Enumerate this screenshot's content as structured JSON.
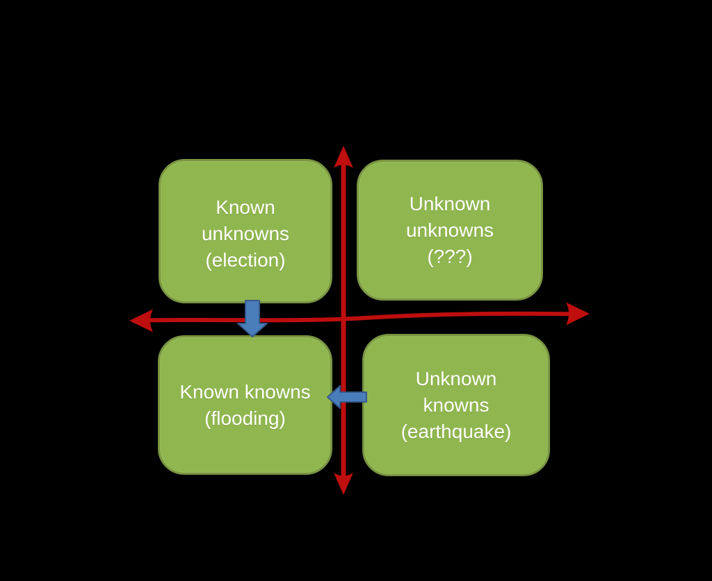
{
  "background": "#000000",
  "colors": {
    "box_fill": "#90B74F",
    "box_border": "#7A9442",
    "box_text": "#FFFFFF",
    "axis_red": "#BE0E0E",
    "arrow_blue_fill": "#4A7EBB",
    "arrow_blue_border": "#36598C"
  },
  "quadrants": {
    "top_left": {
      "lines": [
        "Known",
        "unknowns",
        "(election)"
      ]
    },
    "top_right": {
      "lines": [
        "Unknown",
        "unknowns",
        "(???)"
      ]
    },
    "bottom_left": {
      "lines": [
        "Known knowns",
        "(flooding)"
      ]
    },
    "bottom_right": {
      "lines": [
        "Unknown",
        "knowns",
        "(earthquake)"
      ]
    }
  }
}
